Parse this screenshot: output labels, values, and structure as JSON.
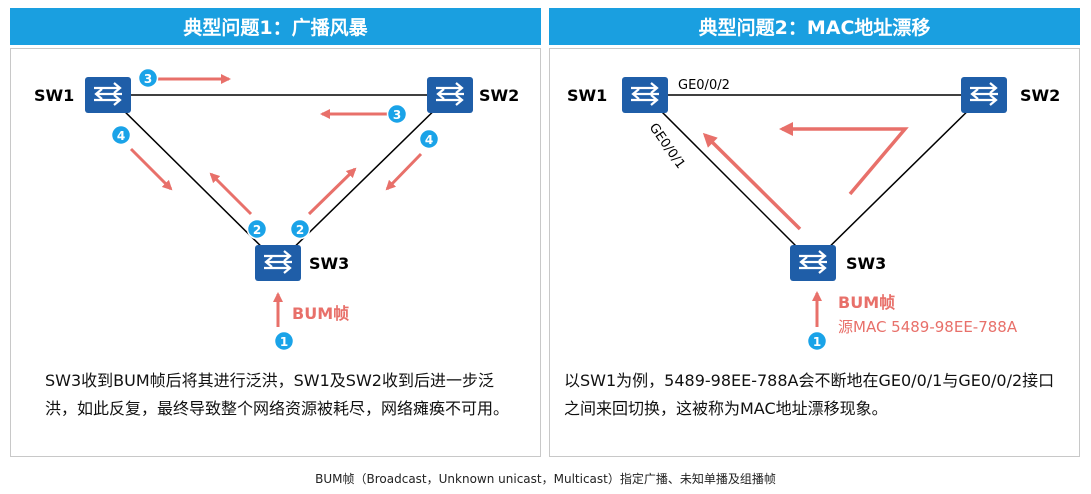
{
  "colors": {
    "accent": "#1a9fe0",
    "arrow": "#e8706a",
    "switch": "#1f5ea8",
    "badge": "#1aa3e8"
  },
  "left": {
    "title": "典型问题1：广播风暴",
    "sw1": "SW1",
    "sw2": "SW2",
    "sw3": "SW3",
    "frame": "BUM帧",
    "badges": [
      "1",
      "2",
      "2",
      "3",
      "3",
      "4",
      "4"
    ],
    "description": "SW3收到BUM帧后将其进行泛洪，SW1及SW2收到后进一步泛洪，如此反复，最终导致整个网络资源被耗尽，网络瘫痪不可用。"
  },
  "right": {
    "title": "典型问题2：MAC地址漂移",
    "sw1": "SW1",
    "sw2": "SW2",
    "sw3": "SW3",
    "port_a": "GE0/0/2",
    "port_b": "GE0/0/1",
    "frame": "BUM帧",
    "source_mac": "源MAC 5489-98EE-788A",
    "badge": "1",
    "description": "以SW1为例，5489-98EE-788A会不断地在GE0/0/1与GE0/0/2接口之间来回切换，这被称为MAC地址漂移现象。"
  },
  "footer": "BUM帧（Broadcast，Unknown unicast，Multicast）指定广播、未知单播及组播帧"
}
